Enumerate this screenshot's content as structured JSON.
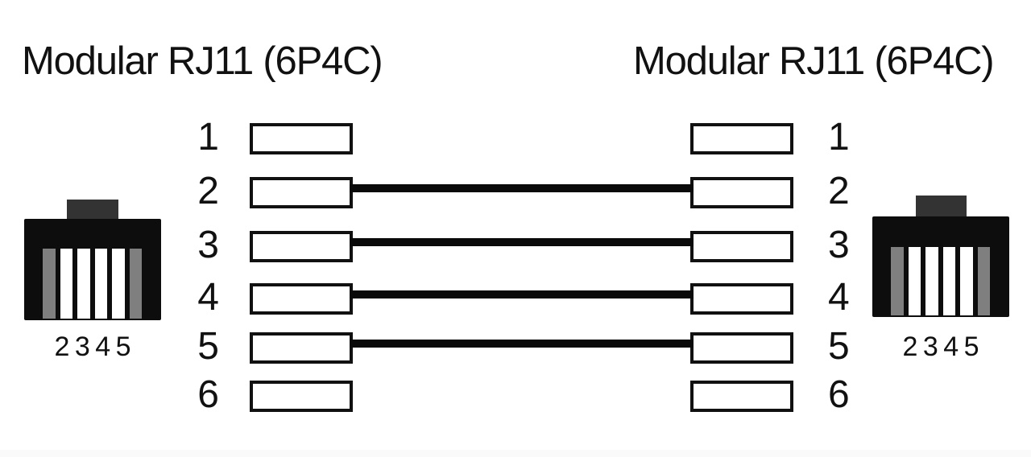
{
  "titles": {
    "left": "Modular RJ11 (6P4C)",
    "right": "Modular RJ11 (6P4C)"
  },
  "connectors": {
    "left": {
      "type": "rj11-6p4c-plug-front-view",
      "pins_label": "2 3 4 5",
      "slots": [
        "unused",
        "used",
        "used",
        "used",
        "used",
        "unused"
      ]
    },
    "right": {
      "type": "rj11-6p4c-plug-front-view",
      "pins_label": "2 3 4 5",
      "slots": [
        "unused",
        "used",
        "used",
        "used",
        "used",
        "unused"
      ]
    }
  },
  "pinout": {
    "left_pins": [
      "1",
      "2",
      "3",
      "4",
      "5",
      "6"
    ],
    "right_pins": [
      "1",
      "2",
      "3",
      "4",
      "5",
      "6"
    ],
    "connections": [
      {
        "from": "2",
        "to": "2"
      },
      {
        "from": "3",
        "to": "3"
      },
      {
        "from": "4",
        "to": "4"
      },
      {
        "from": "5",
        "to": "5"
      }
    ]
  },
  "colors": {
    "ink": "#111111",
    "wire": "#0a0a0a",
    "plug_body": "#0d0d0d",
    "plug_tab": "#333333",
    "slot_used": "#ffffff",
    "slot_unused": "#7f7f7f",
    "background": "#ffffff",
    "bottom_strip": "#fafafa"
  }
}
